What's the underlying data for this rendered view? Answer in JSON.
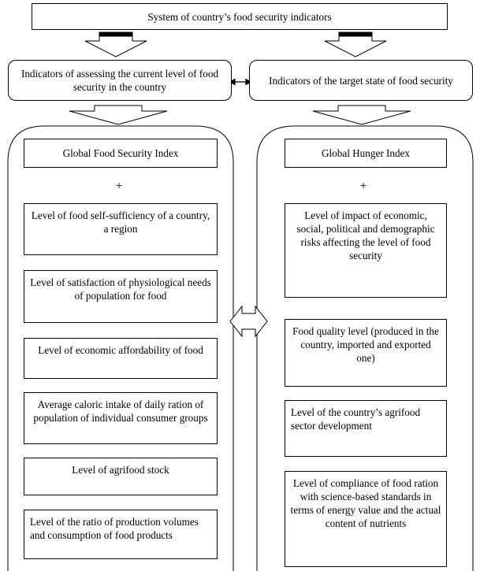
{
  "title": "System of country’s food security indicators",
  "left_header": "Indicators of assessing the current level of food security in the country",
  "right_header": "Indicators of the target state of food security",
  "left_column": {
    "index": "Global Food Security Index",
    "plus": "+",
    "items": [
      "Level of food self-sufficiency of a country, a region",
      "Level of satisfaction of physiological needs of population for food",
      "Level of economic affordability of food",
      "Average caloric intake of daily ration of population of individual consumer groups",
      "Level of agrifood stock",
      "Level of the ratio of production volumes and consumption of food products"
    ]
  },
  "right_column": {
    "index": "Global Hunger Index",
    "plus": "+",
    "items": [
      "Level of impact of economic, social, political and demographic risks affecting the level of food security",
      "Food quality level (produced in the country, imported and exported one)",
      "Level of the country’s agrifood sector development",
      "Level of compliance of food ration with science-based standards in terms of energy value and the actual content of nutrients"
    ]
  }
}
